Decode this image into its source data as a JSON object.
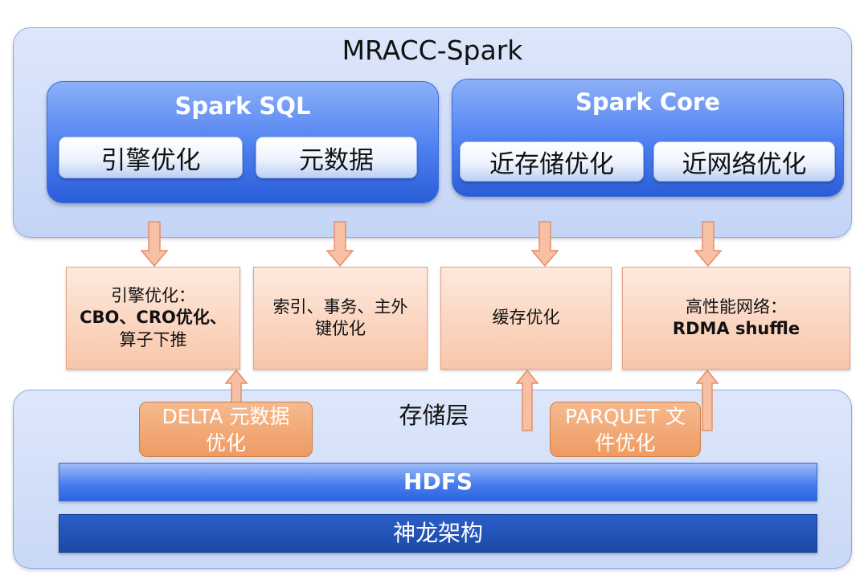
{
  "title": "MRACC-Spark",
  "groups": {
    "spark_sql": {
      "title": "Spark SQL",
      "cards": [
        "引擎优化",
        "元数据"
      ]
    },
    "spark_core": {
      "title": "Spark Core",
      "cards": [
        "近存储优化",
        "近网络优化"
      ]
    }
  },
  "middle": {
    "engine": {
      "line1": "引擎优化：",
      "line2": "CBO、CRO优化、",
      "line3": "算子下推"
    },
    "index": {
      "line1": "索引、事务、主外",
      "line2": "键优化"
    },
    "cache": {
      "line1": "缓存优化"
    },
    "network": {
      "line1": "高性能网络：",
      "line2": "RDMA shuffle"
    }
  },
  "storage": {
    "title": "存储层",
    "delta": {
      "line1": "DELTA 元数据",
      "line2": "优化"
    },
    "parquet": {
      "line1": "PARQUET 文",
      "line2": "件优化"
    },
    "hdfs": "HDFS",
    "shenlong": "神龙架构"
  },
  "colors": {
    "panel_bg": "#dde7fb",
    "group_blue": "#4d7ff0",
    "salmon": "#f9c6a9",
    "orange": "#ef9b62",
    "arrow_fill": "#f7bfa3",
    "arrow_stroke": "#e58e68",
    "shenlong_blue": "#1b4aa6"
  }
}
